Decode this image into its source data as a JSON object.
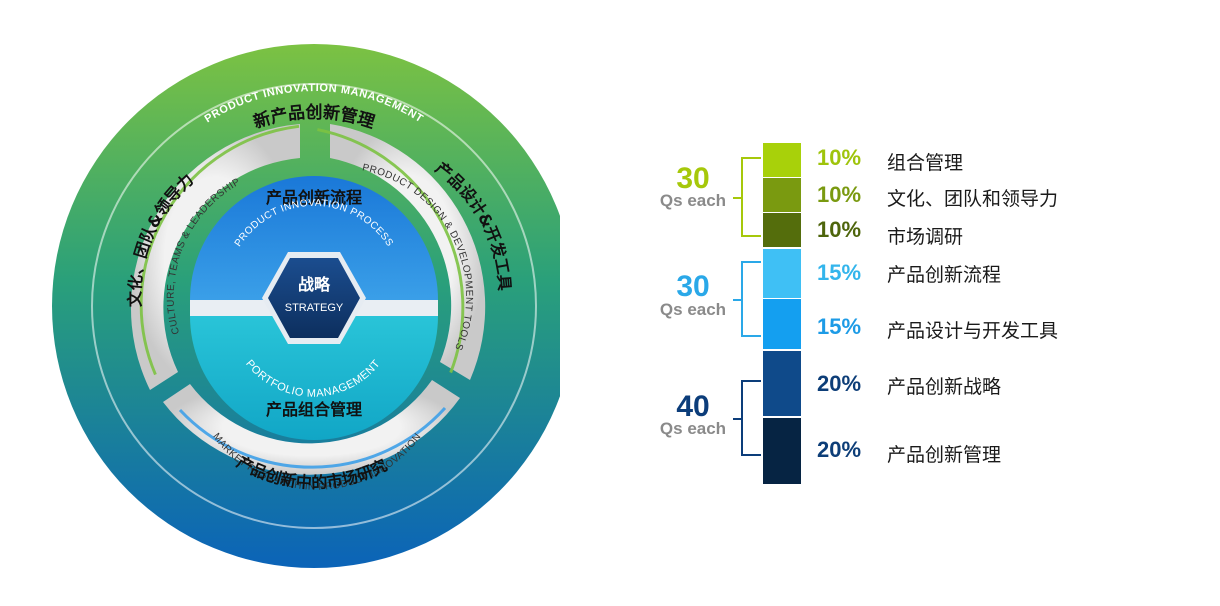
{
  "wheel": {
    "outer_en": "PRODUCT INNOVATION MANAGEMENT",
    "outer_cn": "新产品创新管理",
    "culture_en": "CULTURE, TEAMS & LEADERSHIP",
    "culture_cn": "文化、团队&领导力",
    "design_en": "PRODUCT DESIGN & DEVELOPMENT TOOLS",
    "design_cn": "产品设计&开发工具",
    "market_en": "MARKET RESEARCH IN PRODUCT INNOVATION",
    "market_cn": "产品创新中的市场研究",
    "process_en": "PRODUCT INNOVATION PROCESS",
    "process_cn": "产品创新流程",
    "portfolio_en": "PORTFOLIO MANAGEMENT",
    "portfolio_cn": "产品组合管理",
    "strategy_cn": "战略",
    "strategy_en": "STRATEGY"
  },
  "groups": [
    {
      "count": "30",
      "each": "Qs each",
      "color": "#a6c80a"
    },
    {
      "count": "30",
      "each": "Qs each",
      "color": "#2aa8e8"
    },
    {
      "count": "40",
      "each": "Qs each",
      "color": "#0c3d7a"
    }
  ],
  "items": [
    {
      "percent": "10%",
      "label": "组合管理",
      "color": "#a8d10a",
      "text_color": "#9fc40b"
    },
    {
      "percent": "10%",
      "label": "文化、团队和领导力",
      "color": "#7a9a10",
      "text_color": "#7a9a10"
    },
    {
      "percent": "10%",
      "label": "市场调研",
      "color": "#546d0c",
      "text_color": "#4e650c"
    },
    {
      "percent": "15%",
      "label": "产品创新流程",
      "color": "#3fc0f5",
      "text_color": "#33b5ec"
    },
    {
      "percent": "15%",
      "label": "产品设计与开发工具",
      "color": "#149ff0",
      "text_color": "#1d9be6"
    },
    {
      "percent": "20%",
      "label": "产品创新战略",
      "color": "#0f4a8a",
      "text_color": "#0d3e78"
    },
    {
      "percent": "20%",
      "label": "产品创新管理",
      "color": "#062443",
      "text_color": "#0d3e78"
    }
  ]
}
